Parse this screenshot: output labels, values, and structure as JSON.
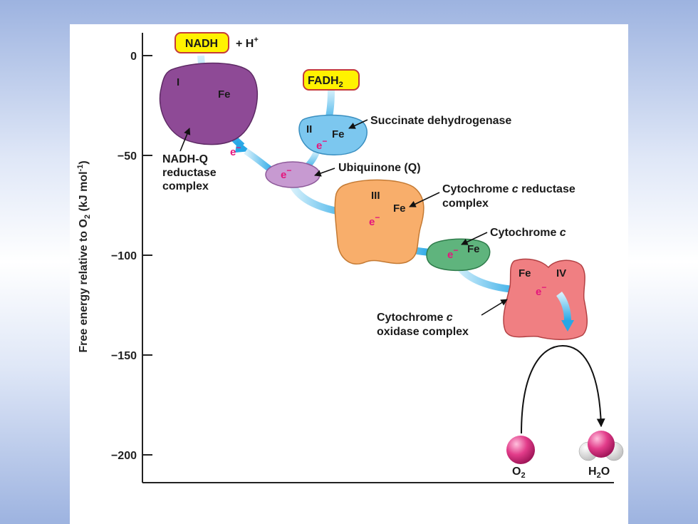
{
  "y_axis": {
    "label": "Free energy relative to O",
    "label_sub": "2",
    "label_unit": " (kJ mol",
    "label_exp": "-1",
    "label_close": ")",
    "ticks": [
      "0",
      "−50",
      "−100",
      "−150",
      "−200"
    ]
  },
  "inputs": {
    "nadh": "NADH",
    "plus_h": "+ H",
    "h_sup": "+",
    "fadh_base": "FADH",
    "fadh_sub": "2"
  },
  "complexes": {
    "c1_roman": "I",
    "c1_fe": "Fe",
    "c2_roman": "II",
    "c2_fe": "Fe",
    "c3_roman": "III",
    "c3_fe": "Fe",
    "cytc_fe": "Fe",
    "c4_roman": "IV",
    "c4_fe": "Fe",
    "electron": "e",
    "electron_sup": "−"
  },
  "labels": {
    "nadh_q_1": "NADH-Q",
    "nadh_q_2": "reductase",
    "nadh_q_3": "complex",
    "succinate": "Succinate dehydrogenase",
    "ubiquinone": "Ubiquinone (Q)",
    "cyt_red_1a": "Cytochrome ",
    "cyt_red_1b": "c",
    "cyt_red_1c": " reductase",
    "cyt_red_2": "complex",
    "cytc_a": "Cytochrome ",
    "cytc_b": "c",
    "ox_1a": "Cytochrome ",
    "ox_1b": "c",
    "ox_2": "oxidase complex"
  },
  "products": {
    "o2_base": "O",
    "o2_sub": "2",
    "h2o_h": "H",
    "h2o_sub": "2",
    "h2o_o": "O"
  },
  "colors": {
    "complex1": "#8e4a96",
    "complex2": "#7cc7ef",
    "ubiquinone": "#c79ad1",
    "complex3": "#f8ae6b",
    "cytc": "#5fb47d",
    "complex4": "#f07f82",
    "electron": "#e4157c",
    "arrow": "#3fb4ea",
    "highlight": "#fff200"
  }
}
